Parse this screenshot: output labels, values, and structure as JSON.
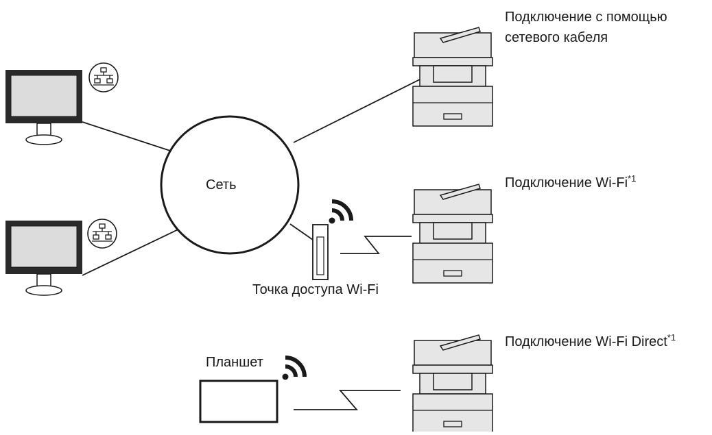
{
  "network": {
    "label": "Сеть"
  },
  "connections": {
    "cable": {
      "line1": "Подключение с помощью",
      "line2": "сетевого кабеля"
    },
    "wifi": {
      "label": "Подключение Wi-Fi",
      "footnote": "*1"
    },
    "wifi_direct": {
      "label": "Подключение Wi-Fi Direct",
      "footnote": "*1"
    }
  },
  "access_point": {
    "label": "Точка доступа Wi-Fi"
  },
  "tablet": {
    "label": "Планшет"
  },
  "icons": [
    "monitor-icon",
    "lan-network-icon",
    "printer-icon",
    "wifi-signal-icon",
    "access-point-icon",
    "tablet-icon"
  ],
  "colors": {
    "stroke": "#1a1a1a",
    "device_fill": "#d9d9d9",
    "screen_fill": "#dcdcdc",
    "body_fill": "#e6e6e6"
  }
}
